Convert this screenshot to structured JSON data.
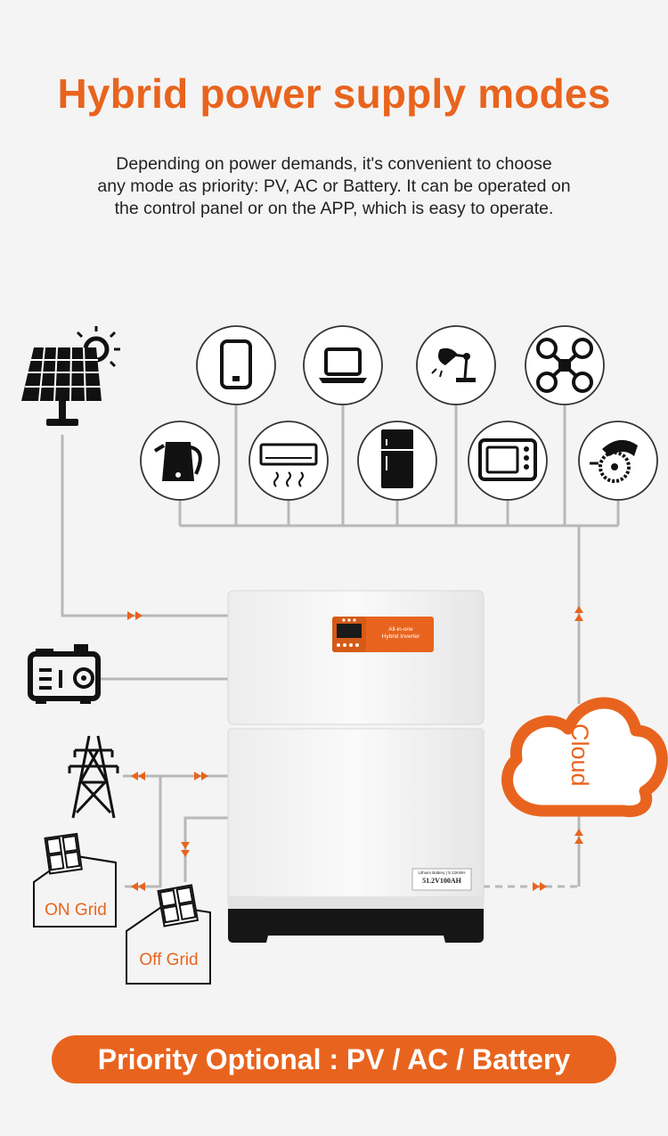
{
  "title": "Hybrid power supply modes",
  "description": [
    "Depending on power demands, it's convenient to choose",
    "any mode as priority: PV, AC or Battery. It can be operated on",
    "the control panel or on the APP, which is easy to operate."
  ],
  "inverter_panel": {
    "line1": "All-in-one",
    "line2": "Hybrid Inverter"
  },
  "battery_label": {
    "line1": "Lithium Battery | 5.12KWH",
    "line2": "51.2V100AH"
  },
  "labels": {
    "on_grid": "ON Grid",
    "off_grid": "Off Grid",
    "cloud": "Cloud"
  },
  "priority_banner": "Priority Optional : PV / AC / Battery",
  "appliances_top": [
    "phone-icon",
    "laptop-icon",
    "desk-lamp-icon",
    "drone-icon"
  ],
  "appliances_bottom": [
    "kettle-icon",
    "air-conditioner-icon",
    "refrigerator-icon",
    "microwave-icon",
    "circular-saw-icon"
  ],
  "colors": {
    "accent": "#e8641e",
    "line": "#b5b5b5",
    "dark": "#1a1a1a"
  }
}
